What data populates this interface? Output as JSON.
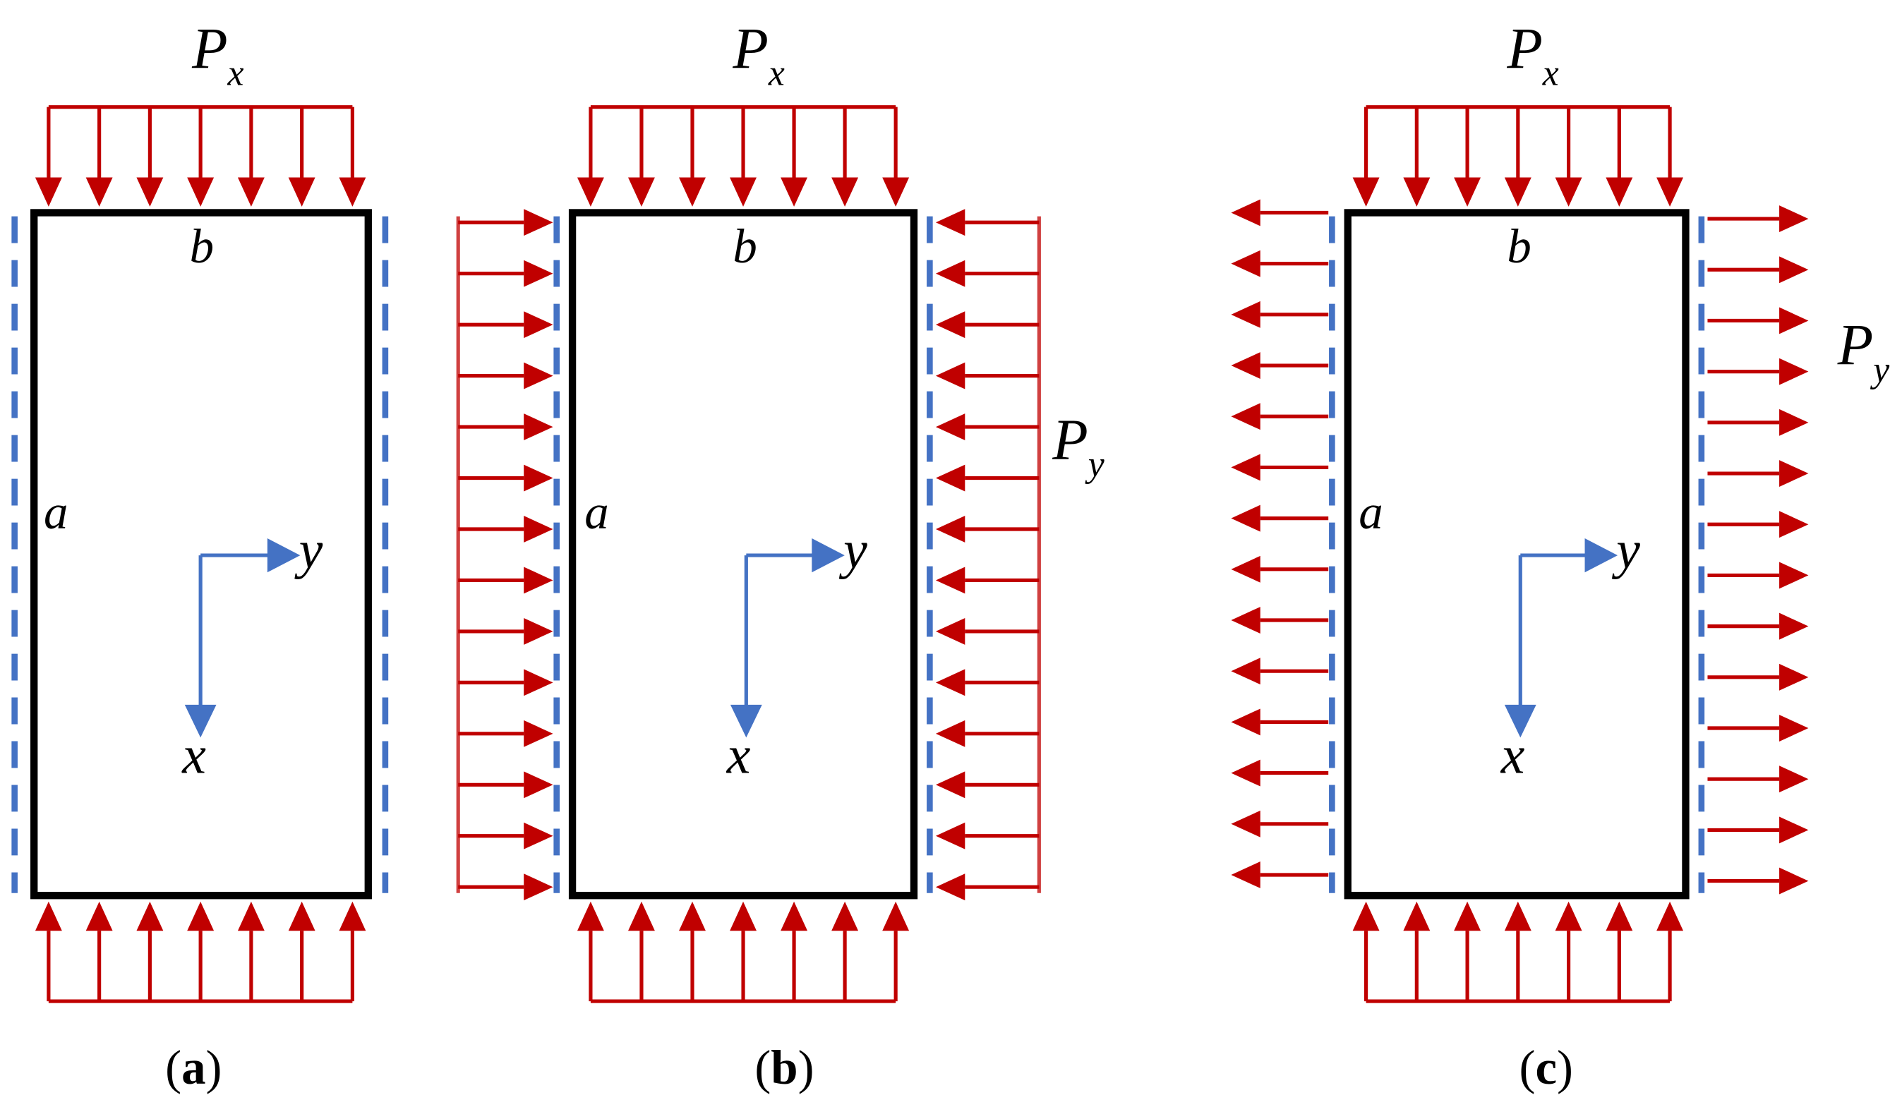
{
  "panels": [
    {
      "id": "a",
      "px_label": "P",
      "px_sub": "x",
      "py_label": "",
      "py_sub": "",
      "b_label": "b",
      "a_label": "a",
      "axis_y": "y",
      "axis_x": "x",
      "caption_open": "(",
      "caption_letter": "a",
      "caption_close": ")",
      "side_load": "none"
    },
    {
      "id": "b",
      "px_label": "P",
      "px_sub": "x",
      "py_label": "P",
      "py_sub": "y",
      "b_label": "b",
      "a_label": "a",
      "axis_y": "y",
      "axis_x": "x",
      "caption_open": "(",
      "caption_letter": "b",
      "caption_close": ")",
      "side_load": "compression"
    },
    {
      "id": "c",
      "px_label": "P",
      "px_sub": "x",
      "py_label": "P",
      "py_sub": "y",
      "b_label": "b",
      "a_label": "a",
      "axis_y": "y",
      "axis_x": "x",
      "caption_open": "(",
      "caption_letter": "c",
      "caption_close": ")",
      "side_load": "tension"
    }
  ],
  "colors": {
    "load": "#c00000",
    "support": "#4472c4",
    "axes": "#4472c4",
    "plate": "#000000"
  }
}
